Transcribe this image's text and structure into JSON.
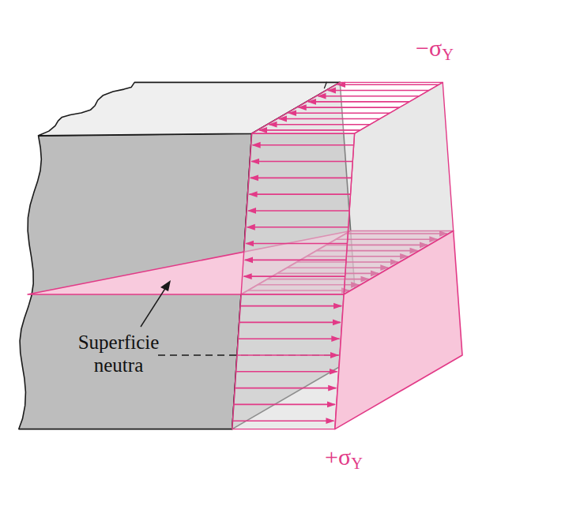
{
  "diagram": {
    "labels": [
      "−σY",
      "+σY",
      "Superficie neutra"
    ]
  }
}
